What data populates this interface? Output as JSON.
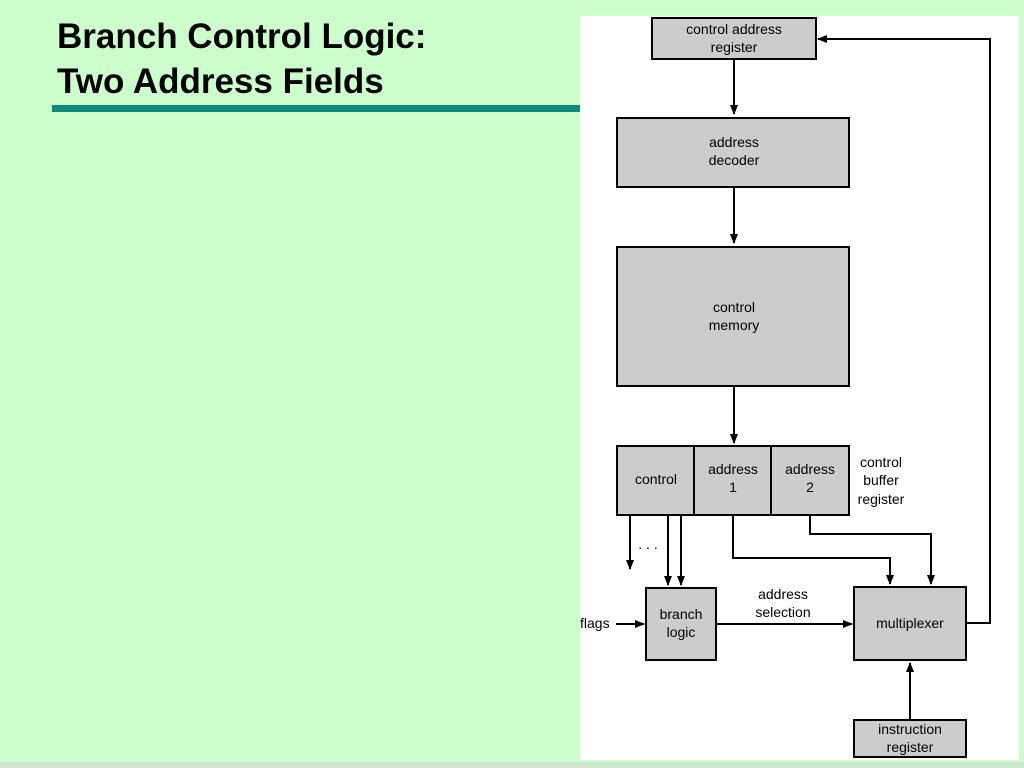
{
  "slide": {
    "title_line1": "Branch Control Logic:",
    "title_line2": "Two Address Fields"
  },
  "diagram": {
    "blocks": {
      "control_address_register": [
        "control address",
        "register"
      ],
      "address_decoder": [
        "address",
        "decoder"
      ],
      "control_memory": [
        "control",
        "memory"
      ],
      "control_field": "control",
      "address1_field": [
        "address",
        "1"
      ],
      "address2_field": [
        "address",
        "2"
      ],
      "branch_logic": [
        "branch",
        "logic"
      ],
      "multiplexer": "multiplexer",
      "instruction_register": [
        "instruction",
        "register"
      ]
    },
    "labels": {
      "control_buffer_register": [
        "control",
        "buffer",
        "register"
      ],
      "address_selection": [
        "address",
        "selection"
      ],
      "flags": "flags",
      "ellipsis": ". . ."
    }
  },
  "colors": {
    "background": "#ccffcc",
    "rule": "#0f8a78",
    "panel": "#ffffff",
    "box_fill": "#cccccc"
  }
}
